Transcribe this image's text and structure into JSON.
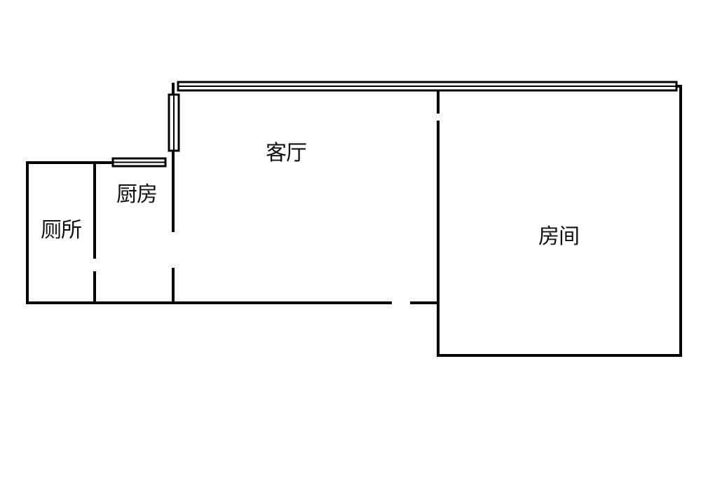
{
  "rooms": {
    "living_room": "客厅",
    "kitchen": "厨房",
    "toilet": "厕所",
    "bedroom": "房间"
  },
  "colors": {
    "wall": "#000000",
    "background": "#ffffff"
  }
}
